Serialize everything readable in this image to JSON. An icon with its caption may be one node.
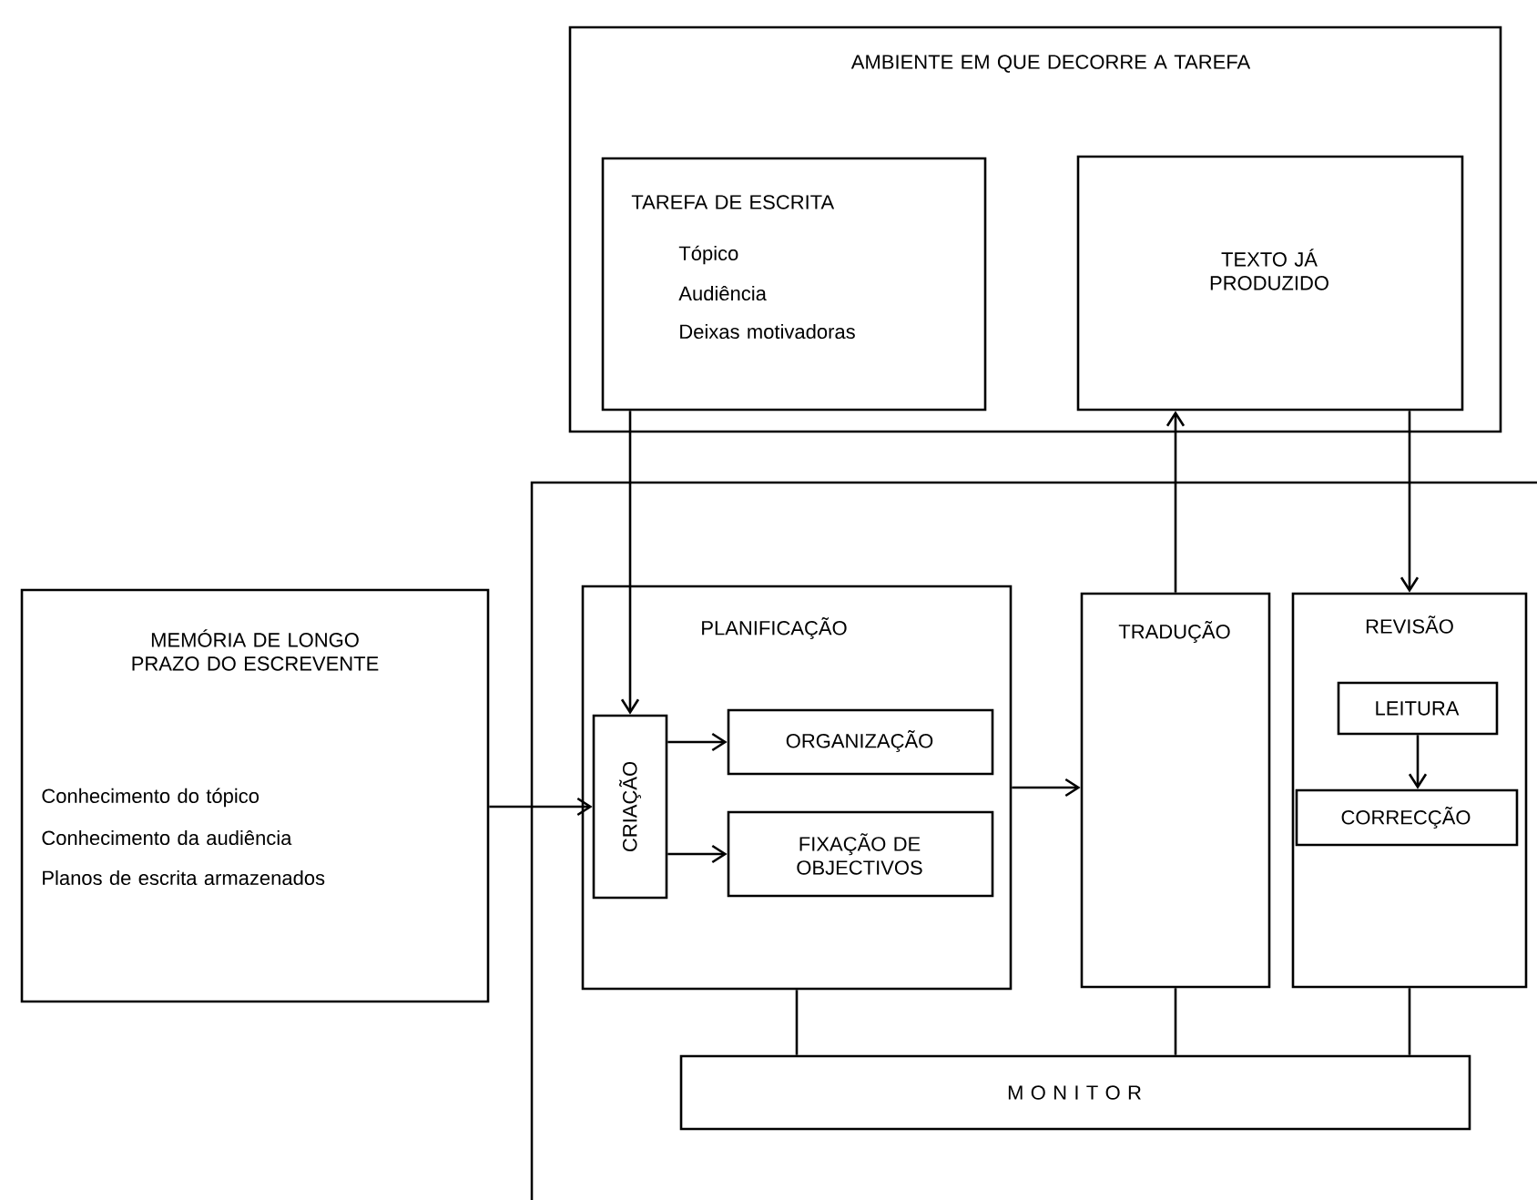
{
  "diagram": {
    "nodes": [
      {
        "text": [
          "AMBIENTE EM QUE DECORRE A TAREFA"
        ]
      },
      {
        "text": [
          "TAREFA DE ESCRITA",
          "Tópico",
          "Audiência",
          "Deixas motivadoras"
        ],
        "in": 0
      },
      {
        "text": [
          "TEXTO JÁ PRODUZIDO"
        ],
        "in": 0
      },
      {
        "text": [
          "MEMÓRIA DE LONGO PRAZO DO ESCREVENTE",
          "Conhecimento do tópico",
          "Conhecimento da audiência",
          "Planos de escrita armazenados"
        ]
      },
      {
        "text": [
          "PLANIFICAÇÃO"
        ]
      },
      {
        "text": [
          "CRIAÇÃO"
        ],
        "in": 4
      },
      {
        "text": [
          "ORGANIZAÇÃO"
        ],
        "in": 4
      },
      {
        "text": [
          "FIXAÇÃO DE OBJECTIVOS"
        ],
        "in": 4
      },
      {
        "text": [
          "TRADUÇÃO"
        ]
      },
      {
        "text": [
          "REVISÃO"
        ]
      },
      {
        "text": [
          "LEITURA"
        ],
        "in": 9
      },
      {
        "text": [
          "CORRECÇÃO"
        ],
        "in": 9
      },
      {
        "text": [
          "M O N I T O R"
        ]
      }
    ],
    "edges": [
      {
        "from": 1,
        "to": 5,
        "arrow": "to"
      },
      {
        "from": 3,
        "to": 5,
        "arrow": "to"
      },
      {
        "from": 5,
        "to": 6,
        "arrow": "to"
      },
      {
        "from": 5,
        "to": 7,
        "arrow": "to"
      },
      {
        "from": 4,
        "to": 8,
        "arrow": "to"
      },
      {
        "from": 8,
        "to": 2,
        "arrow": "to"
      },
      {
        "from": 2,
        "to": 9,
        "arrow": "to"
      },
      {
        "from": 10,
        "to": 11,
        "arrow": "to"
      },
      {
        "from": 4,
        "to": 12,
        "arrow": "none"
      },
      {
        "from": 8,
        "to": 12,
        "arrow": "none"
      },
      {
        "from": 9,
        "to": 12,
        "arrow": "none"
      }
    ]
  }
}
